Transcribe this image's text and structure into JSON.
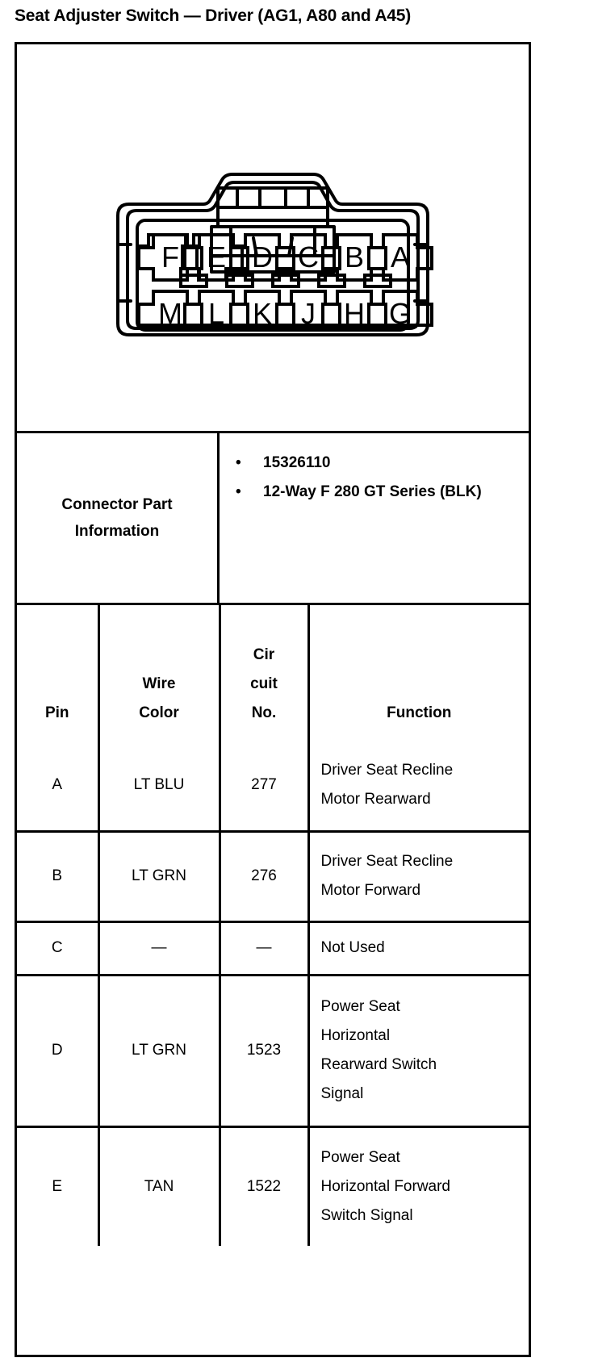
{
  "document": {
    "title": "Seat Adjuster Switch — Driver (AG1, A80 and A45)"
  },
  "connector_diagram": {
    "name": "12-way-connector-face-view",
    "top_row_labels": [
      "F",
      "E",
      "D",
      "C",
      "B",
      "A"
    ],
    "bottom_row_labels": [
      "M",
      "L",
      "K",
      "J",
      "H",
      "G"
    ]
  },
  "connector_part_information": {
    "label": "Connector Part Information",
    "bullets": [
      "15326110",
      "12-Way F 280 GT Series (BLK)"
    ],
    "bullet_glyph": "•"
  },
  "pin_table": {
    "headers": {
      "pin": "Pin",
      "wire_color_line1": "Wire",
      "wire_color_line2": "Color",
      "circuit_no_line1": "Cir",
      "circuit_no_line2": "cuit",
      "circuit_no_line3": "No.",
      "function": "Function"
    },
    "rows": [
      {
        "pin": "A",
        "wire_color": "LT BLU",
        "circuit_no": "277",
        "function_lines": [
          "Driver Seat Recline",
          "Motor Rearward"
        ]
      },
      {
        "pin": "B",
        "wire_color": "LT GRN",
        "circuit_no": "276",
        "function_lines": [
          "Driver Seat Recline",
          "Motor Forward"
        ]
      },
      {
        "pin": "C",
        "wire_color": "—",
        "circuit_no": "—",
        "function_lines": [
          "Not Used"
        ]
      },
      {
        "pin": "D",
        "wire_color": "LT GRN",
        "circuit_no": "1523",
        "function_lines": [
          "Power Seat",
          "Horizontal",
          "Rearward Switch",
          "Signal"
        ]
      },
      {
        "pin": "E",
        "wire_color": "TAN",
        "circuit_no": "1522",
        "function_lines": [
          "Power Seat",
          "Horizontal Forward",
          "Switch Signal"
        ]
      }
    ]
  },
  "colors": {
    "ink": "#000000",
    "paper": "#ffffff"
  }
}
